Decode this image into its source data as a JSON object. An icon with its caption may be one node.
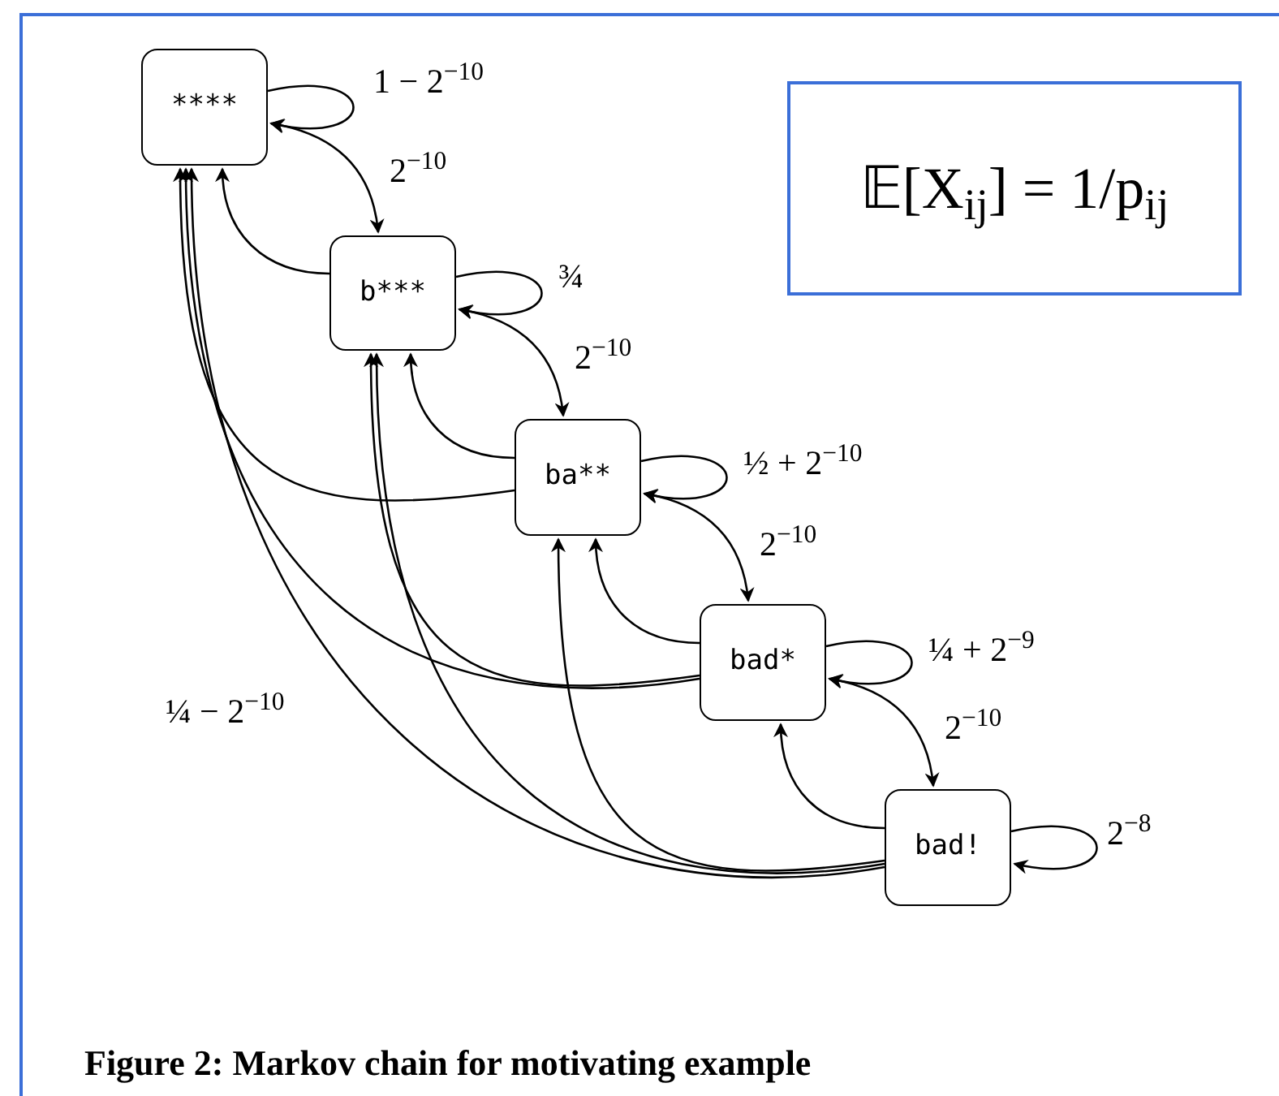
{
  "diagram": {
    "caption": "Figure 2: Markov chain for motivating example",
    "nodes": [
      {
        "text": [
          "****"
        ]
      },
      {
        "text": [
          "b***"
        ]
      },
      {
        "text": [
          "ba**"
        ]
      },
      {
        "text": [
          "bad*"
        ]
      },
      {
        "text": [
          "bad!"
        ]
      },
      {
        "text": [
          "𝔼[X$_{ij}$] = 1/p$_{ij}$"
        ]
      }
    ],
    "edges": [
      {
        "from": 0,
        "to": 0,
        "arrow": "to",
        "label": "1 − 2$^{−10}$"
      },
      {
        "from": 0,
        "to": 1,
        "arrow": "both",
        "label": "2$^{−10}$"
      },
      {
        "from": 1,
        "to": 1,
        "arrow": "to",
        "label": "¾"
      },
      {
        "from": 1,
        "to": 2,
        "arrow": "both",
        "label": "2$^{−10}$"
      },
      {
        "from": 2,
        "to": 2,
        "arrow": "to",
        "label": "½ + 2$^{−10}$"
      },
      {
        "from": 2,
        "to": 3,
        "arrow": "both",
        "label": "2$^{−10}$"
      },
      {
        "from": 3,
        "to": 3,
        "arrow": "to",
        "label": "¼ + 2$^{−9}$"
      },
      {
        "from": 3,
        "to": 4,
        "arrow": "both",
        "label": "2$^{−10}$"
      },
      {
        "from": 4,
        "to": 4,
        "arrow": "to",
        "label": "2$^{−8}$"
      },
      {
        "from": 1,
        "to": 0,
        "arrow": "to"
      },
      {
        "from": 2,
        "to": 0,
        "arrow": "to"
      },
      {
        "from": 2,
        "to": 1,
        "arrow": "to"
      },
      {
        "from": 3,
        "to": 0,
        "arrow": "to"
      },
      {
        "from": 3,
        "to": 1,
        "arrow": "to"
      },
      {
        "from": 3,
        "to": 2,
        "arrow": "to"
      },
      {
        "from": 4,
        "to": 0,
        "arrow": "to",
        "label": "¼ − 2$^{−10}$"
      },
      {
        "from": 4,
        "to": 1,
        "arrow": "to"
      },
      {
        "from": 4,
        "to": 2,
        "arrow": "to"
      },
      {
        "from": 4,
        "to": 3,
        "arrow": "to"
      }
    ]
  }
}
